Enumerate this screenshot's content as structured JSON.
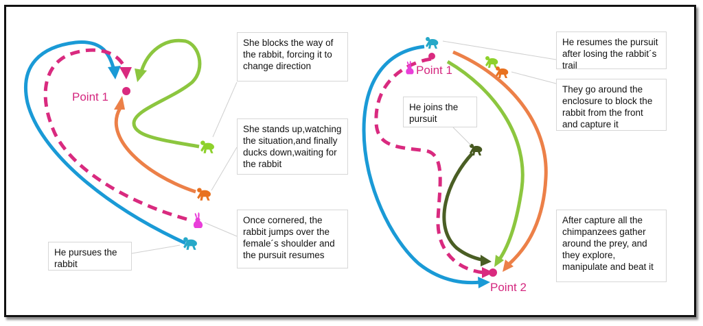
{
  "left_panel": {
    "point1_label": "Point 1",
    "notes": {
      "blocks": "She blocks the way of the rabbit, forcing it to change direction",
      "stands": "She stands up,watching the situation,and finally ducks down,waiting for the rabbit",
      "cornered": "Once cornered, the rabbit jumps over the female´s shoulder and the pursuit resumes",
      "pursues": "He pursues the rabbit"
    }
  },
  "right_panel": {
    "point1_label": "Point 1",
    "point2_label": "Point 2",
    "notes": {
      "resumes": "He resumes the pursuit after losing the rabbit´s trail",
      "around": "They go around the enclosure to block the rabbit from the front and capture it",
      "joins": "He joins the pursuit",
      "after": "After capture all the chimpanzees gather around the prey, and they explore, manipulate and beat it"
    }
  },
  "colors": {
    "blue": "#1a9ad6",
    "magenta": "#d92a7f",
    "lime": "#8cc63f",
    "orange": "#ec8048",
    "dark_green": "#4a5e24",
    "rabbit": "#e93fd9",
    "cyan_chimp": "#26a8c8",
    "lime_chimp": "#8ed12c",
    "orange_chimp": "#e8711f",
    "dark_chimp": "#46581f"
  }
}
